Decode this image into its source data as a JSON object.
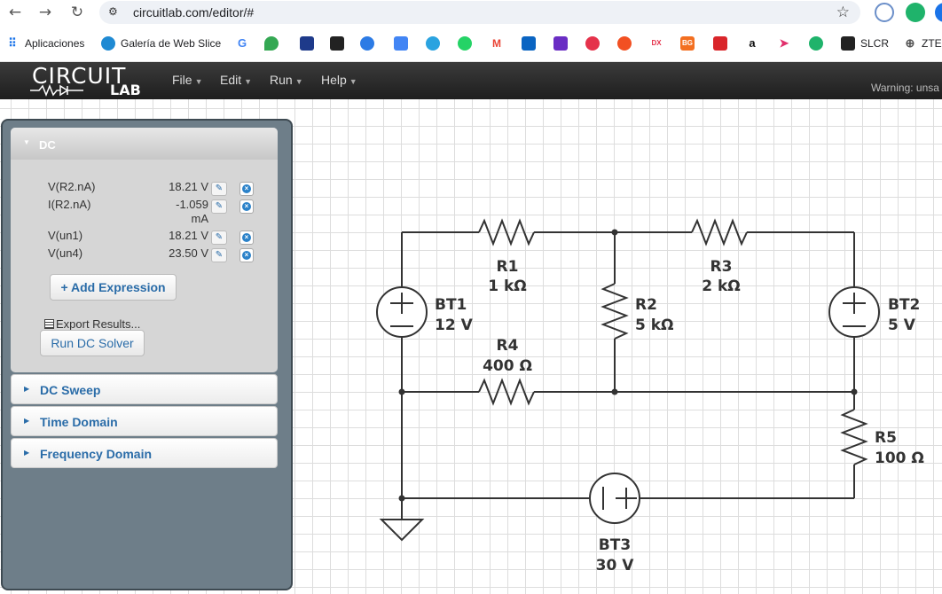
{
  "browser": {
    "url": "circuitlab.com/editor/#",
    "bookmarks": [
      {
        "label": "Aplicaciones"
      },
      {
        "label": "Galería de Web Slice"
      },
      {
        "label": "SLCR"
      },
      {
        "label": "ZTE"
      }
    ]
  },
  "app": {
    "logo_top": "CIRCUIT",
    "logo_bottom": "LAB",
    "menu": [
      {
        "label": "File"
      },
      {
        "label": "Edit"
      },
      {
        "label": "Run"
      },
      {
        "label": "Help"
      }
    ],
    "warning": "Warning: unsa"
  },
  "sidebar": {
    "dc": {
      "title": "DC",
      "results": [
        {
          "label": "V(R2.nA)",
          "value": "18.21 V",
          "unit": ""
        },
        {
          "label": "I(R2.nA)",
          "value": "-1.059",
          "unit": "mA"
        },
        {
          "label": "V(un1)",
          "value": "18.21 V",
          "unit": ""
        },
        {
          "label": "V(un4)",
          "value": "23.50 V",
          "unit": ""
        }
      ],
      "add_expression": "+ Add Expression",
      "export_results": "Export Results...",
      "run_solver": "Run DC Solver"
    },
    "sections": [
      {
        "label": "DC Sweep"
      },
      {
        "label": "Time Domain"
      },
      {
        "label": "Frequency Domain"
      }
    ]
  },
  "circuit": {
    "components": [
      {
        "name": "R1",
        "value": "1 kΩ"
      },
      {
        "name": "R3",
        "value": "2 kΩ"
      },
      {
        "name": "R2",
        "value": "5 kΩ"
      },
      {
        "name": "R4",
        "value": "400 Ω"
      },
      {
        "name": "R5",
        "value": "100 Ω"
      },
      {
        "name": "BT1",
        "value": "12 V"
      },
      {
        "name": "BT2",
        "value": "5 V"
      },
      {
        "name": "BT3",
        "value": "30 V"
      }
    ]
  }
}
